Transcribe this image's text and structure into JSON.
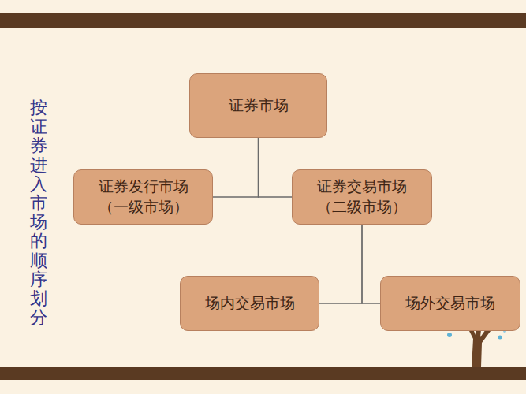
{
  "diagram": {
    "nodes": [
      {
        "text": [
          "证券市场"
        ]
      },
      {
        "text": [
          "证券发行市场",
          "（一级市场）"
        ]
      },
      {
        "text": [
          "证券交易市场",
          "（二级市场）"
        ]
      },
      {
        "text": [
          "场内交易市场"
        ]
      },
      {
        "text": [
          "场外交易市场"
        ]
      }
    ],
    "edges": [
      {
        "from": 0,
        "to": 1,
        "arrow": "none"
      },
      {
        "from": 0,
        "to": 2,
        "arrow": "none"
      },
      {
        "from": 2,
        "to": 3,
        "arrow": "none"
      },
      {
        "from": 2,
        "to": 4,
        "arrow": "none"
      }
    ],
    "labels": [
      "按证券进入市场的顺序划分"
    ]
  }
}
